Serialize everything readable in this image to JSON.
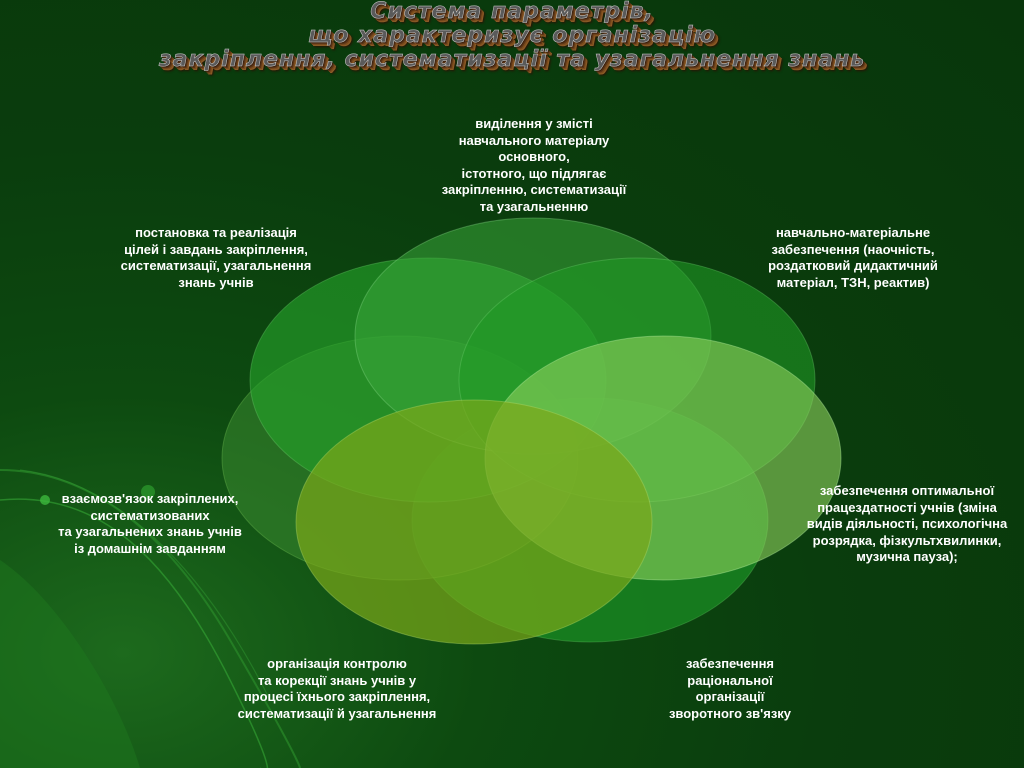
{
  "title": {
    "line1": "Система параметрів,",
    "line2": "що характеризує організацію",
    "line3": "закріплення, систематизації та узагальнення знань"
  },
  "labels": {
    "top": "виділення у змісті\nнавчального матеріалу\nосновного,\nістотного, що підлягає\nзакріпленню, систематизації\nта узагальненню",
    "top_left": "постановка та реалізація\nцілей і завдань закріплення,\nсистематизації, узагальнення\nзнань учнів",
    "top_right": "навчально-матеріальне\nзабезпечення (наочність,\nроздатковий дидактичний\nматеріал, ТЗН, реактив)",
    "mid_left": "взаємозв'язок закріплених,\nсистематизованих\nта узагальнених знань учнів\nіз домашнім завданням",
    "mid_right": "забезпечення  оптимальної\nпрацездатності учнів (зміна\nвидів діяльності, психологічна\nрозрядка,    фізкультхвилинки,\nмузична пауза);",
    "bottom_left": "організація контролю\nта корекції знань учнів у\nпроцесі їхнього закріплення,\nсистематизації й узагальнення",
    "bottom_right": "забезпечення\nраціональної\nорганізації\nзворотного зв'язку"
  },
  "colors": {
    "background": "#0a3d0d",
    "petal_dark": "#1f8a24",
    "petal_bright": "#33b23a",
    "petal_light": "#8cd45a",
    "petal_yellow": "#7fae1c",
    "text": "#ffffff"
  }
}
